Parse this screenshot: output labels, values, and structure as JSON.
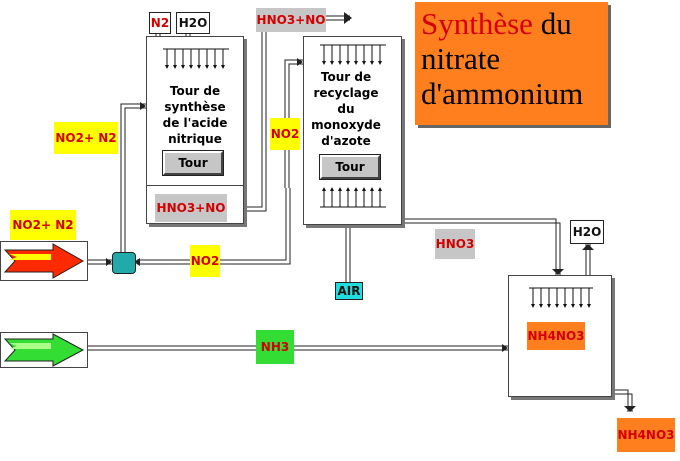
{
  "title": {
    "part1": "Synthèse",
    "part2": " du nitrate d'ammonium"
  },
  "colors": {
    "red": "#d40000",
    "yellow": "#ffff00",
    "green": "#33dd33",
    "orange": "#ff7f1e",
    "gray": "#c6c6c6",
    "cyan": "#22dddd"
  },
  "tower1": {
    "label_lines": [
      "Tour de",
      "synthèse",
      "de l'acide",
      "nitrique"
    ],
    "button": "Tour"
  },
  "tower2": {
    "label_lines": [
      "Tour de",
      "recyclage",
      "du",
      "monoxyde",
      "d'azote"
    ],
    "button": "Tour"
  },
  "labels": {
    "n2_top": "N2",
    "h2o_top": "H2O",
    "hno3_no_top": "HNO3+NO",
    "no2_n2_left": "NO2+ N2",
    "no2_right": "NO2",
    "hno3_no_bottom": "HNO3+NO",
    "no2_n2_inlet": "NO2+ N2",
    "no2_mid": "NO2",
    "hno3_out": "HNO3",
    "air": "AIR",
    "h2o_reactor": "H2O",
    "nh3": "NH3",
    "nh4no3_reactor": "NH4NO3",
    "nh4no3_out": "NH4NO3"
  }
}
